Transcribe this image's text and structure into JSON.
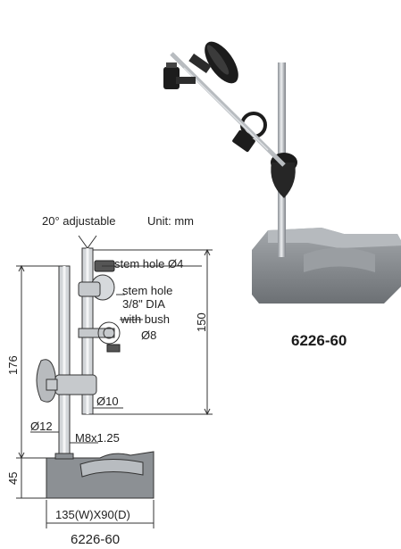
{
  "product": {
    "model_photo": "6226-60",
    "model_drawing": "6226-60"
  },
  "drawing": {
    "angle_note": "20° adjustable",
    "unit_note": "Unit: mm",
    "stem_hole_small": "stem hole Ø4",
    "stem_hole_large_line1": "stem hole",
    "stem_hole_large_line2": "3/8\" DIA",
    "bush_line1": "with bush",
    "bush_line2": "Ø8",
    "dim_150": "150",
    "dim_176": "176",
    "dim_rod": "Ø10",
    "dim_post": "Ø12",
    "dim_thread": "M8x1.25",
    "dim_45": "45",
    "dim_base": "135(W)X90(D)"
  },
  "colors": {
    "base_metal": "#8a8e92",
    "rod_metal": "#c9ccd0",
    "knob_black": "#1c1c1c",
    "line": "#333333"
  }
}
